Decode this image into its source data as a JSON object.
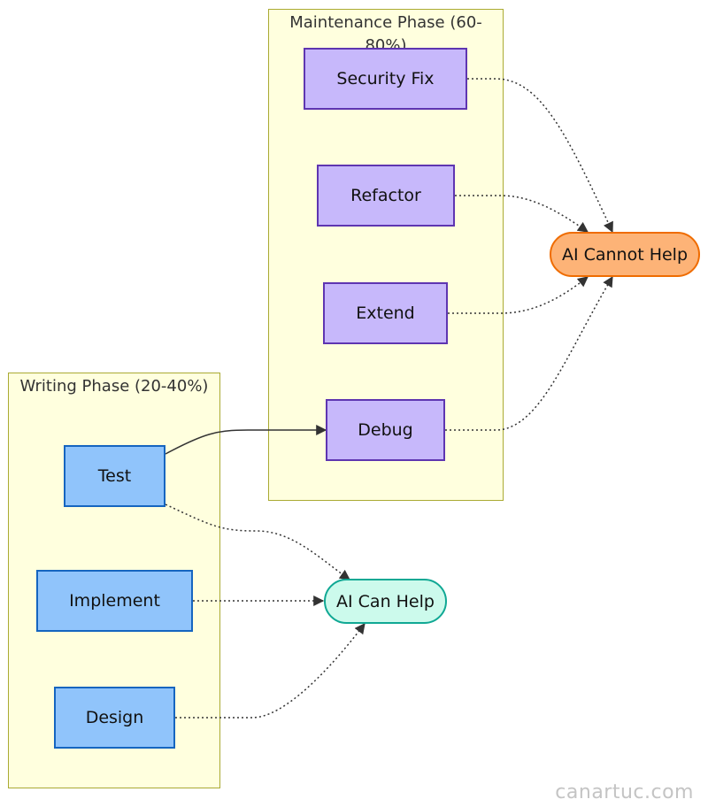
{
  "clusters": {
    "writing": {
      "label": "Writing Phase (20-40%)"
    },
    "maintenance": {
      "label": "Maintenance Phase (60-80%)"
    }
  },
  "nodes": {
    "test": "Test",
    "implement": "Implement",
    "design": "Design",
    "security_fix": "Security Fix",
    "refactor": "Refactor",
    "extend": "Extend",
    "debug": "Debug",
    "ai_can_help": "AI Can Help",
    "ai_cannot_help": "AI Cannot Help"
  },
  "colors": {
    "cluster_fill": "#ffffde",
    "cluster_border": "#aaaa33",
    "writing_fill": "#90c4fb",
    "writing_border": "#1565c0",
    "maintenance_fill": "#c7b8fb",
    "maintenance_border": "#5e35b1",
    "can_help_fill": "#ccfaec",
    "can_help_border": "#10a894",
    "cannot_help_fill": "#fdb377",
    "cannot_help_border": "#ef6c00",
    "edge": "#333333"
  },
  "edges": [
    {
      "from": "test",
      "to": "debug",
      "style": "solid"
    },
    {
      "from": "test",
      "to": "ai_can_help",
      "style": "dotted"
    },
    {
      "from": "implement",
      "to": "ai_can_help",
      "style": "dotted"
    },
    {
      "from": "design",
      "to": "ai_can_help",
      "style": "dotted"
    },
    {
      "from": "security_fix",
      "to": "ai_cannot_help",
      "style": "dotted"
    },
    {
      "from": "refactor",
      "to": "ai_cannot_help",
      "style": "dotted"
    },
    {
      "from": "extend",
      "to": "ai_cannot_help",
      "style": "dotted"
    },
    {
      "from": "debug",
      "to": "ai_cannot_help",
      "style": "dotted"
    }
  ],
  "watermark": "canartuc.com"
}
